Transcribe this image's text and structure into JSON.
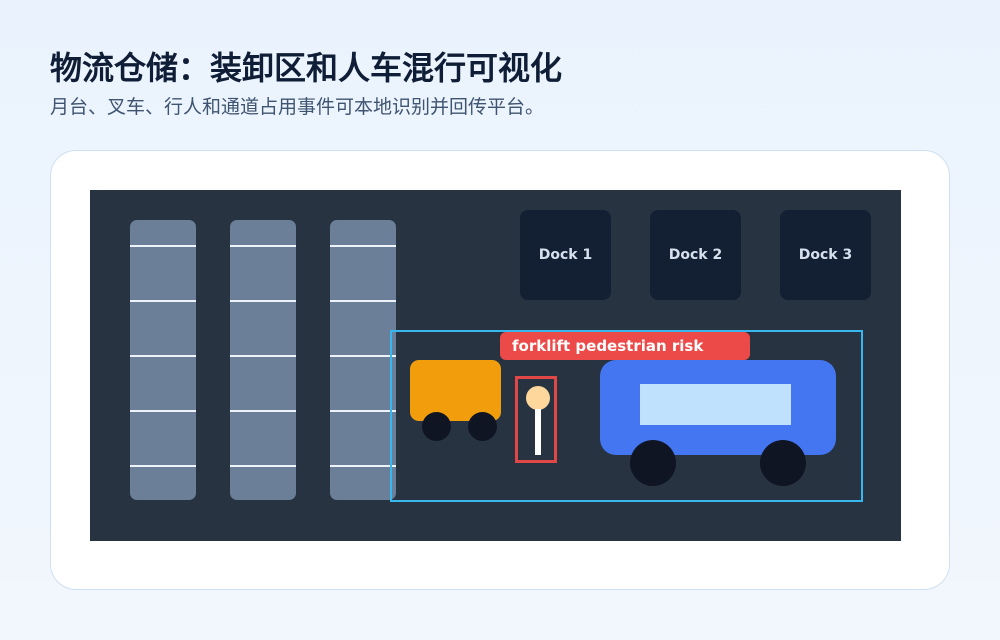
{
  "header": {
    "title": "物流仓储：装卸区和人车混行可视化",
    "subtitle": "月台、叉车、行人和通道占用事件可本地识别并回传平台。"
  },
  "scene": {
    "docks": [
      {
        "label": "Dock 1"
      },
      {
        "label": "Dock 2"
      },
      {
        "label": "Dock 3"
      }
    ],
    "alert": {
      "label": "forklift pedestrian risk"
    }
  },
  "colors": {
    "background": "#eaf3fd",
    "scene": "#273341",
    "rack": "#6b7f99",
    "dock": "#131f33",
    "zone_border": "#38b6ee",
    "alert": "#ec4949",
    "forklift": "#f29e0c",
    "truck": "#4376f0",
    "truck_window": "#bfe1fd",
    "pedestrian_head": "#fdd79c"
  }
}
